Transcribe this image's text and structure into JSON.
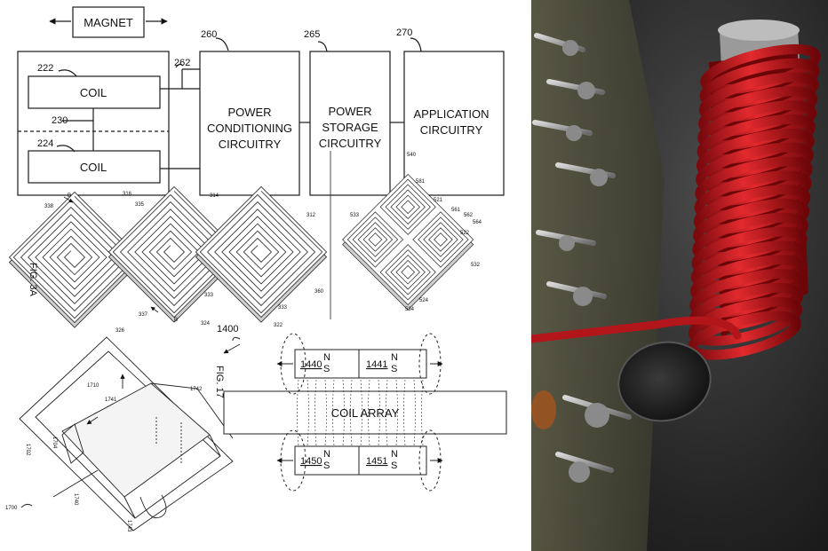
{
  "fig1": {
    "magnet": "MAGNET",
    "coil_top": "COIL",
    "coil_bottom": "COIL",
    "ref_222": "222",
    "ref_224": "224",
    "ref_230": "230",
    "ref_260": "260",
    "ref_262": "262",
    "ref_265": "265",
    "ref_270": "270",
    "power_conditioning": [
      "POWER",
      "CONDITIONING",
      "CIRCUITRY"
    ],
    "power_storage": [
      "POWER",
      "STORAGE",
      "CIRCUITRY"
    ],
    "application": [
      "APPLICATION",
      "CIRCUITRY"
    ]
  },
  "fig3a": {
    "label": "FIG. 3A",
    "refs": [
      "338",
      "316",
      "335",
      "314",
      "312",
      "337",
      "326",
      "333",
      "324",
      "333",
      "322",
      "360",
      "B",
      "B"
    ],
    "right_refs": [
      "540",
      "581",
      "521",
      "561",
      "562",
      "564",
      "533",
      "522",
      "532",
      "524",
      "534"
    ]
  },
  "fig14": {
    "ref_1400": "1400",
    "magnet_top_left": "1440",
    "magnet_top_right": "1441",
    "magnet_bottom_left": "1450",
    "magnet_bottom_right": "1451",
    "n": "N",
    "s": "S",
    "coil_array": "COIL ARRAY"
  },
  "fig17": {
    "label": "FIG. 17",
    "refs": [
      "1710",
      "1741",
      "1742",
      "1702",
      "1704",
      "1740",
      "1743",
      "1700"
    ]
  },
  "colors": {
    "line": "#1a1a1a",
    "wire": "#c4161c",
    "core": "#2a2a2a",
    "board": "#3a3528"
  }
}
